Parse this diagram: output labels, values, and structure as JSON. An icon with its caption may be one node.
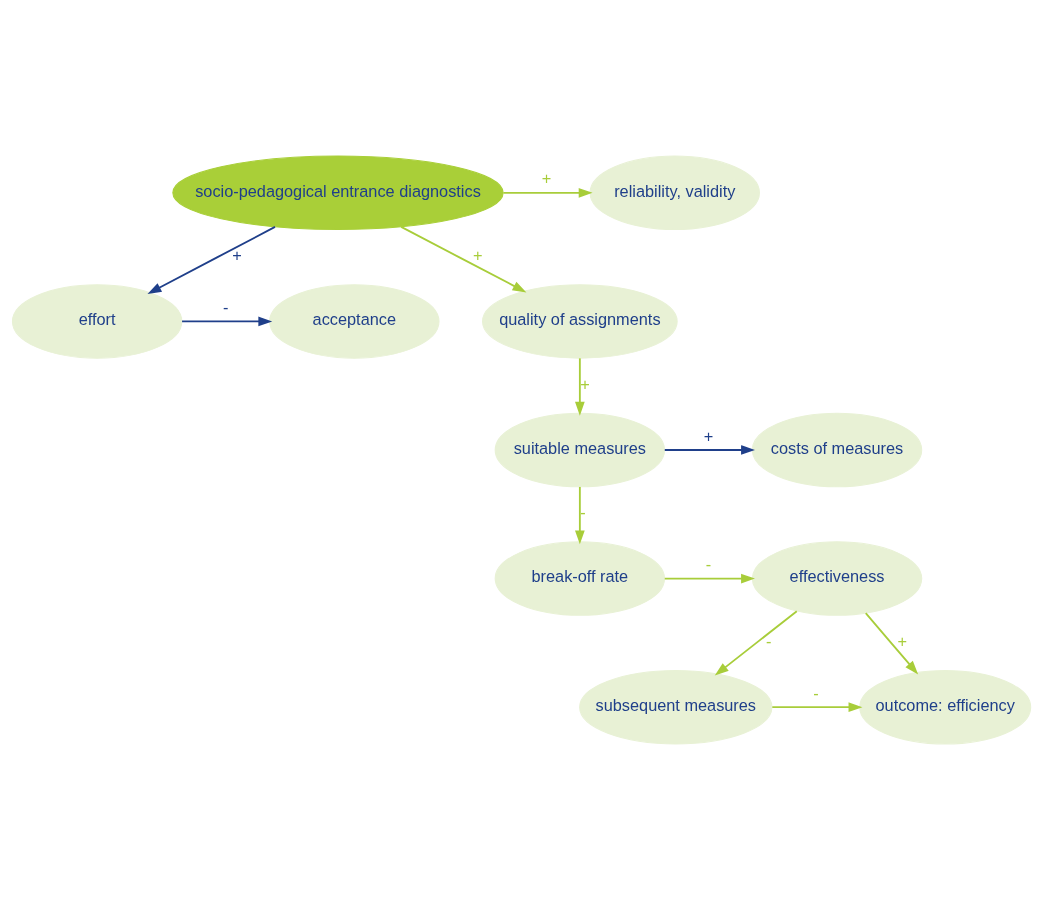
{
  "diagram": {
    "nodes": [
      {
        "text": [
          "socio-pedagogical entrance diagnostics"
        ]
      },
      {
        "text": [
          "reliability, validity"
        ]
      },
      {
        "text": [
          "effort"
        ]
      },
      {
        "text": [
          "acceptance"
        ]
      },
      {
        "text": [
          "quality of assignments"
        ]
      },
      {
        "text": [
          "suitable measures"
        ]
      },
      {
        "text": [
          "costs of measures"
        ]
      },
      {
        "text": [
          "break-off rate"
        ]
      },
      {
        "text": [
          "effectiveness"
        ]
      },
      {
        "text": [
          "subsequent measures"
        ]
      },
      {
        "text": [
          "outcome: efficiency"
        ]
      }
    ],
    "edges": [
      {
        "from": 0,
        "to": 1,
        "arrow": "to",
        "label": "+"
      },
      {
        "from": 0,
        "to": 2,
        "arrow": "to",
        "label": "+",
        "color": "#1f3f8a"
      },
      {
        "from": 2,
        "to": 3,
        "arrow": "to",
        "label": "-",
        "color": "#1f3f8a"
      },
      {
        "from": 0,
        "to": 4,
        "arrow": "to",
        "label": "+"
      },
      {
        "from": 4,
        "to": 5,
        "arrow": "to",
        "label": "+"
      },
      {
        "from": 5,
        "to": 6,
        "arrow": "to",
        "label": "+",
        "color": "#1f3f8a"
      },
      {
        "from": 5,
        "to": 7,
        "arrow": "to",
        "label": "-"
      },
      {
        "from": 7,
        "to": 8,
        "arrow": "to",
        "label": "-"
      },
      {
        "from": 8,
        "to": 9,
        "arrow": "to",
        "label": "-"
      },
      {
        "from": 8,
        "to": 10,
        "arrow": "to",
        "label": "+"
      },
      {
        "from": 9,
        "to": 10,
        "arrow": "to",
        "label": "-"
      }
    ]
  }
}
